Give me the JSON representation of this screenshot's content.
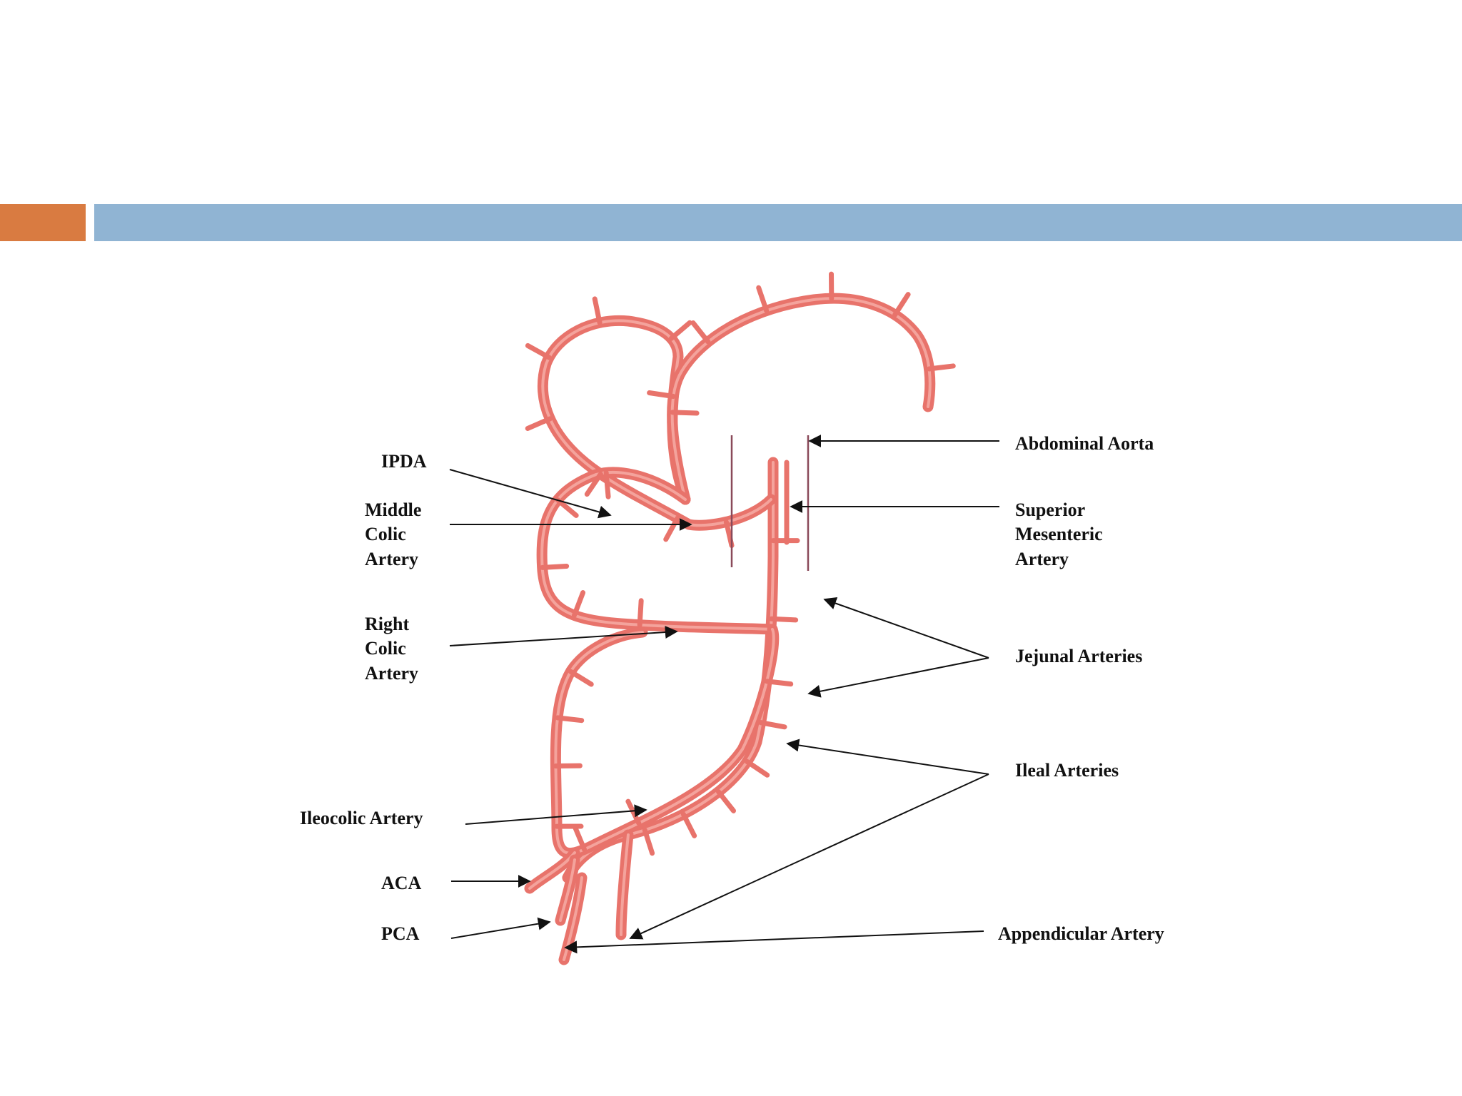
{
  "slide": {
    "accent_color": "#d97b41",
    "title_bar_color": "#90b4d3",
    "artery_color": "#e8736b",
    "artery_highlight": "#f4a39c"
  },
  "diagram": {
    "labels": {
      "ipda": "IPDA",
      "middle_colic": [
        "Middle",
        "Colic",
        "Artery"
      ],
      "right_colic": [
        "Right",
        "Colic",
        "Artery"
      ],
      "ileocolic": "Ileocolic Artery",
      "aca": "ACA",
      "pca": "PCA",
      "abdominal_aorta": "Abdominal Aorta",
      "sma": [
        "Superior",
        "Mesenteric",
        "Artery"
      ],
      "jejunal": "Jejunal Arteries",
      "ileal": "Ileal Arteries",
      "appendicular": "Appendicular Artery"
    }
  }
}
